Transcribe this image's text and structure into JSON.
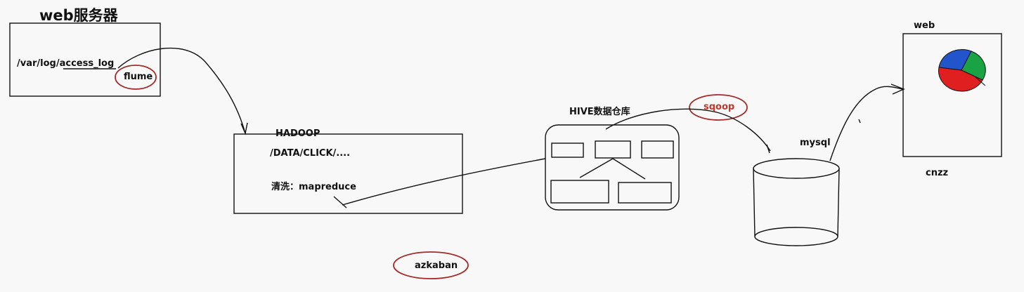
{
  "web_server": {
    "title": "web服务器",
    "log_path_prefix": "/var/log/",
    "log_path_file": "access_log",
    "collector": "flume"
  },
  "hadoop": {
    "title": "HADOOP",
    "path": "/DATA/CLICK/....",
    "cleaning": "清洗：mapreduce"
  },
  "hive": {
    "title": "HIVE数据仓库"
  },
  "sqoop": {
    "label": "sqoop"
  },
  "mysql": {
    "label": "mysql"
  },
  "web_report": {
    "title": "web",
    "caption": "cnzz",
    "pie_colors": [
      "#2255cc",
      "#1aa344",
      "#e02020"
    ]
  },
  "scheduler": {
    "label": "azkaban"
  },
  "colors": {
    "stroke": "#111111",
    "accent_red": "#a52a2a",
    "sqoop_text": "#c0392b"
  }
}
